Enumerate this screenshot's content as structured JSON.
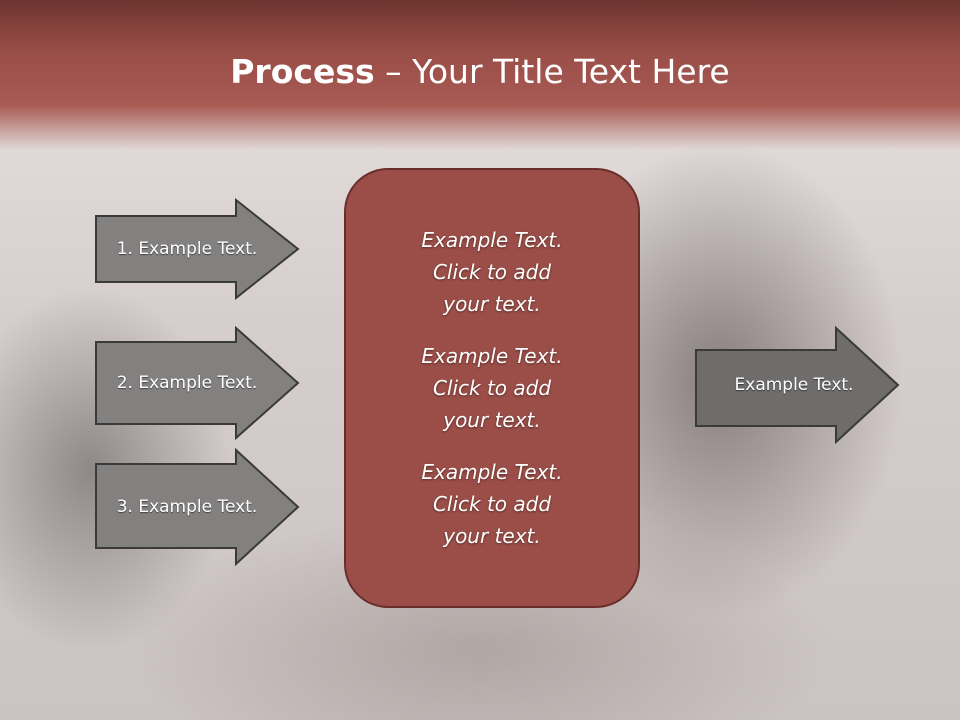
{
  "slide": {
    "title_bold": "Process",
    "title_rest": " – Your Title Text Here"
  },
  "left_arrows": [
    {
      "label": "1. Example Text."
    },
    {
      "label": "2. Example Text."
    },
    {
      "label": "3. Example Text."
    }
  ],
  "center_box": {
    "blocks": [
      {
        "line1": "Example Text.",
        "line2": "Click  to add",
        "line3": "your text."
      },
      {
        "line1": "Example Text.",
        "line2": "Click  to add",
        "line3": "your text."
      },
      {
        "line1": "Example Text.",
        "line2": "Click  to add",
        "line3": "your text."
      }
    ]
  },
  "right_arrow": {
    "label": "Example Text."
  },
  "colors": {
    "header": "#9a4e48",
    "center_fill": "#9b4e48",
    "arrow_fill": "#838080",
    "arrow_stroke": "#3a3a3a"
  }
}
